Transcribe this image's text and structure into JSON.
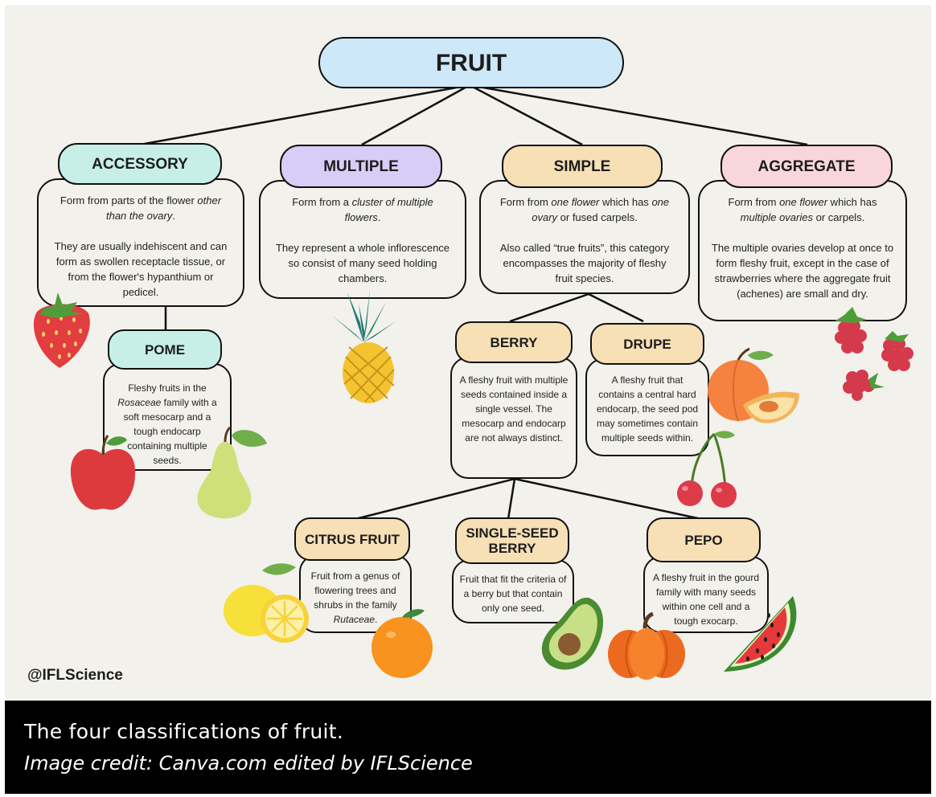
{
  "colors": {
    "background": "#f2f1ec",
    "fruit_pill": "#cde8f8",
    "accessory_pill": "#c7efe8",
    "multiple_pill": "#d8cdf6",
    "simple_pill": "#f7dfb6",
    "aggregate_pill": "#f8d6dc",
    "caption_bg": "#000000"
  },
  "root": {
    "label": "FRUIT"
  },
  "categories": [
    {
      "id": "accessory",
      "label": "ACCESSORY",
      "desc": [
        [
          "Form from parts of the flower ",
          "other",
          "than the ovary",
          "."
        ],
        "They are usually indehiscent and can form as swollen receptacle tissue, or from the flower's hypanthium or pedicel."
      ]
    },
    {
      "id": "multiple",
      "label": "MULTIPLE",
      "desc": [
        [
          "Form from a ",
          "cluster of multiple",
          "flowers",
          "."
        ],
        "They represent a whole inflorescence so consist of many seed holding chambers."
      ]
    },
    {
      "id": "simple",
      "label": "SIMPLE",
      "desc": [
        [
          "Form from ",
          "one flower",
          " which has ",
          "one",
          "ovary",
          " or fused carpels."
        ],
        "Also called “true fruits”, this category encompasses the majority of fleshy fruit species."
      ]
    },
    {
      "id": "aggregate",
      "label": "AGGREGATE",
      "desc": [
        [
          "Form from ",
          "one flower",
          " which has",
          "multiple ovaries",
          " or carpels."
        ],
        "The multiple ovaries develop at once to form fleshy fruit, except in the case of strawberries where the aggregate fruit (achenes) are small and dry."
      ]
    }
  ],
  "subs": {
    "pome": {
      "label": "POME",
      "desc": [
        "Fleshy fruits in the ",
        "Rosaceae",
        " family with a soft mesocarp and a tough endocarp containing multiple seeds."
      ]
    },
    "berry": {
      "label": "BERRY",
      "desc": "A fleshy fruit with multiple seeds contained inside a single vessel. The mesocarp and endocarp are not always distinct."
    },
    "drupe": {
      "label": "DRUPE",
      "desc": "A fleshy fruit that contains a central hard endocarp, the seed pod may sometimes contain multiple seeds within."
    },
    "citrus": {
      "label": "CITRUS FRUIT",
      "desc": [
        "Fruit from a genus of flowering trees and shrubs in the family ",
        "Rutaceae",
        "."
      ]
    },
    "single_seed": {
      "label": "SINGLE-SEED BERRY",
      "desc": "Fruit that fit the criteria of a berry but that contain only one seed."
    },
    "pepo": {
      "label": "PEPO",
      "desc": "A fleshy fruit in the gourd family with many seeds within one cell and a tough exocarp."
    }
  },
  "watermark": "@IFLScience",
  "caption": {
    "title": "The four classifications of fruit.",
    "credit": "Image credit: Canva.com edited by IFLScience"
  },
  "icons": [
    "strawberry-icon",
    "pineapple-icon",
    "apple-icon",
    "pear-icon",
    "raspberry-icon",
    "peach-icon",
    "cherry-icon",
    "lemon-icon",
    "orange-icon",
    "avocado-icon",
    "pumpkin-icon",
    "watermelon-icon"
  ]
}
